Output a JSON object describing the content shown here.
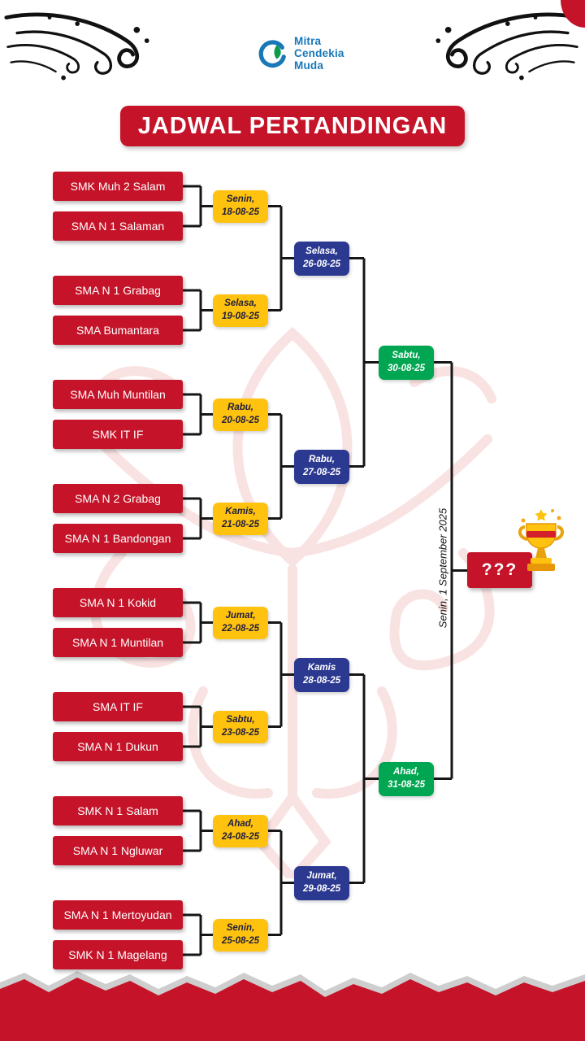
{
  "logo": {
    "brand_lines": [
      "Mitra",
      "Cendekia",
      "Muda"
    ]
  },
  "title": "JADWAL PERTANDINGAN",
  "round1": [
    {
      "team1": "SMK Muh 2 Salam",
      "team2": "SMA N 1 Salaman",
      "day": "Senin,",
      "date": "18-08-25"
    },
    {
      "team1": "SMA N 1 Grabag",
      "team2": "SMA Bumantara",
      "day": "Selasa,",
      "date": "19-08-25"
    },
    {
      "team1": "SMA Muh Muntilan",
      "team2": "SMK IT IF",
      "day": "Rabu,",
      "date": "20-08-25"
    },
    {
      "team1": "SMA N 2 Grabag",
      "team2": "SMA N 1 Bandongan",
      "day": "Kamis,",
      "date": "21-08-25"
    },
    {
      "team1": "SMA N 1 Kokid",
      "team2": "SMA N 1 Muntilan",
      "day": "Jumat,",
      "date": "22-08-25"
    },
    {
      "team1": "SMA IT IF",
      "team2": "SMA N 1 Dukun",
      "day": "Sabtu,",
      "date": "23-08-25"
    },
    {
      "team1": "SMK N 1 Salam",
      "team2": "SMA N 1 Ngluwar",
      "day": "Ahad,",
      "date": "24-08-25"
    },
    {
      "team1": "SMA N 1 Mertoyudan",
      "team2": "SMK N 1 Magelang",
      "day": "Senin,",
      "date": "25-08-25"
    }
  ],
  "round2": [
    {
      "day": "Selasa,",
      "date": "26-08-25"
    },
    {
      "day": "Rabu,",
      "date": "27-08-25"
    },
    {
      "day": "Kamis",
      "date": "28-08-25"
    },
    {
      "day": "Jumat,",
      "date": "29-08-25"
    }
  ],
  "semifinals": [
    {
      "day": "Sabtu,",
      "date": "30-08-25"
    },
    {
      "day": "Ahad,",
      "date": "31-08-25"
    }
  ],
  "final": {
    "schedule": "Senin, 1 September 2025",
    "winner_placeholder": "???"
  },
  "icons": {
    "trophy": "gold-trophy-with-red-band-and-sparkles",
    "logo": "blue-green-swirl-drop",
    "flourish": "black-calligraphic-swirl"
  },
  "colors": {
    "red": "#C51429",
    "yellow": "#FFC20E",
    "blue": "#2B3990",
    "green": "#00A651",
    "brand_blue": "#1878B8",
    "line": "#161616"
  }
}
